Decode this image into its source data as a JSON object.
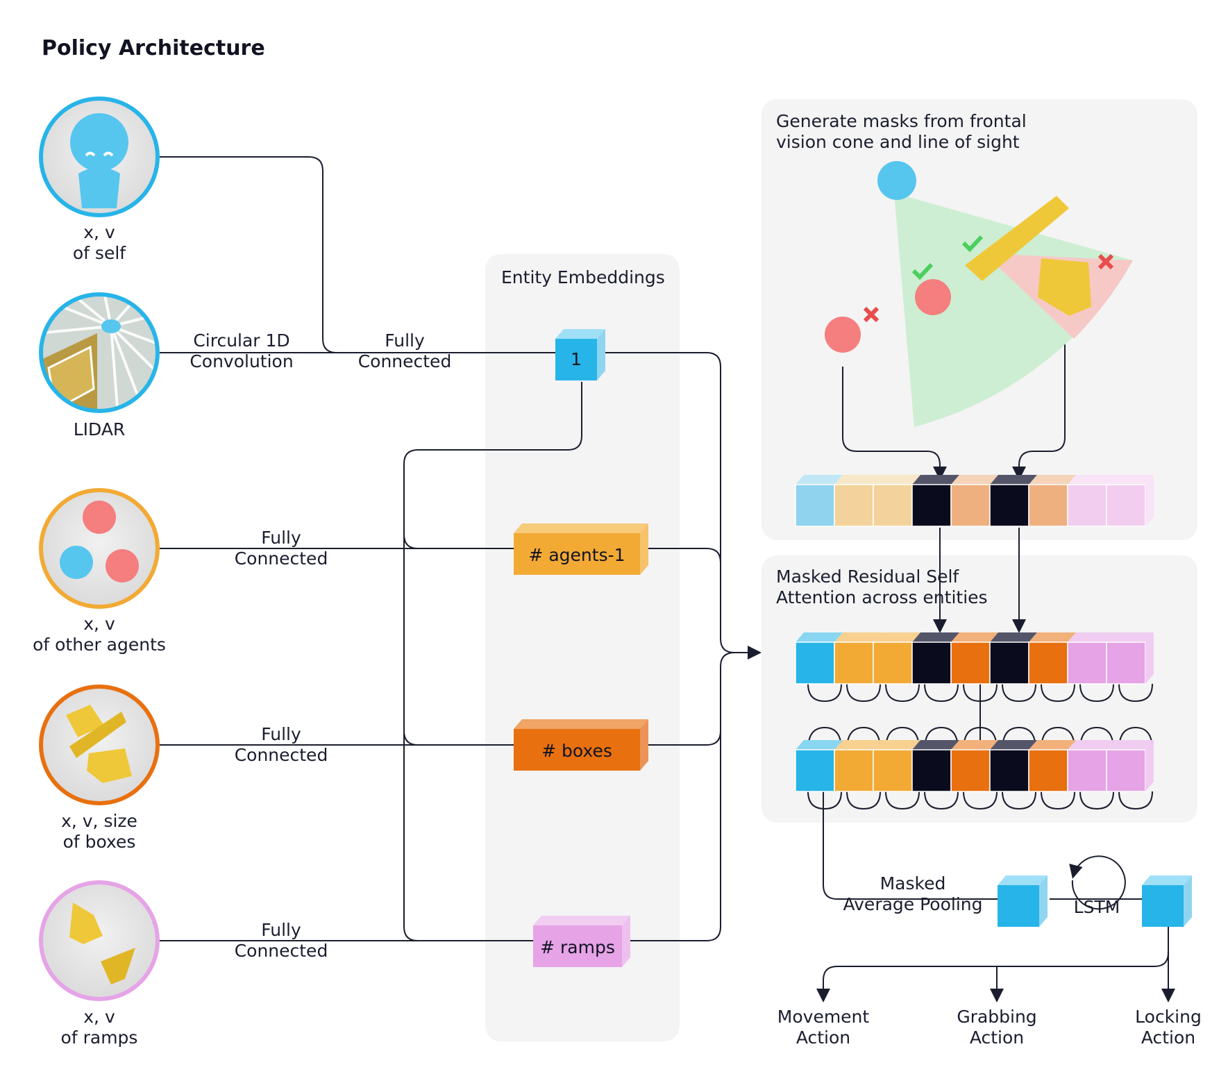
{
  "title": "Policy Architecture",
  "inputs": [
    {
      "line1": "x, v",
      "line2": "of self"
    },
    {
      "line1": "LIDAR",
      "line2": ""
    },
    {
      "line1": "x, v",
      "line2": "of other agents"
    },
    {
      "line1": "x, v, size",
      "line2": "of boxes"
    },
    {
      "line1": "x, v",
      "line2": "of ramps"
    }
  ],
  "edge_labels": {
    "conv_line1": "Circular 1D",
    "conv_line2": "Convolution",
    "fc_line1": "Fully",
    "fc_line2": "Connected"
  },
  "embeddings": {
    "panel_label": "Entity Embeddings",
    "self": "1",
    "agents": "# agents-1",
    "boxes": "# boxes",
    "ramps": "# ramps"
  },
  "mask_panel": {
    "line1": "Generate masks from frontal",
    "line2": "vision cone and line of sight"
  },
  "attention_panel": {
    "line1": "Masked Residual Self",
    "line2": "Attention across entities"
  },
  "pooling": {
    "line1": "Masked",
    "line2": "Average Pooling"
  },
  "lstm": "LSTM",
  "actions": [
    {
      "line1": "Movement",
      "line2": "Action"
    },
    {
      "line1": "Grabbing",
      "line2": "Action"
    },
    {
      "line1": "Locking",
      "line2": "Action"
    }
  ],
  "colors": {
    "self": "#27b4e8",
    "agents": "#f2aa35",
    "boxes": "#e8700f",
    "ramps": "#e6a3e6",
    "masked": "#0b0b1e",
    "panel": "#f4f4f4",
    "line": "#1a1d2e",
    "cone_visible": "#cdeed2",
    "cone_hidden": "#f6c9c6",
    "check": "#4ccf5f",
    "cross": "#e84c4c"
  }
}
